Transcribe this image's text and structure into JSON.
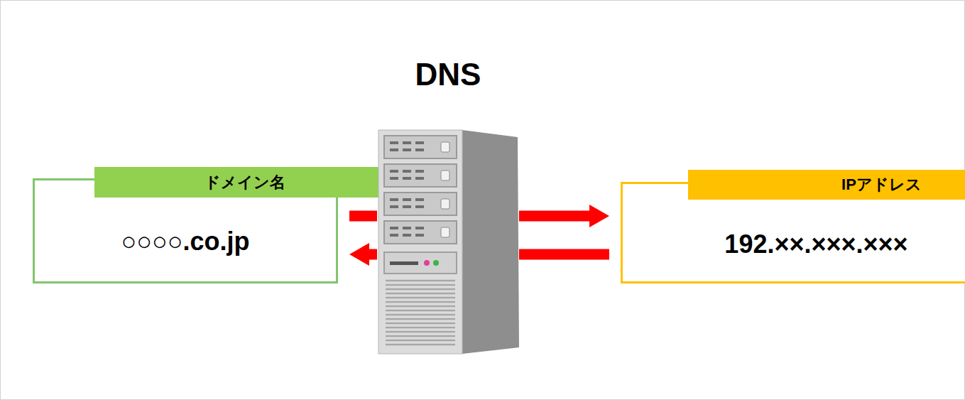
{
  "diagram": {
    "nodes": [
      {
        "text": [
          "ドメイン名",
          "○○○○.co.jp"
        ]
      },
      {
        "text": [
          "DNS"
        ]
      },
      {
        "text": [
          "IPアドレス",
          "192.××.×××.×××"
        ]
      }
    ],
    "edges": [
      {
        "from": 0,
        "to": 1,
        "arrow": "none"
      },
      {
        "from": 1,
        "to": 2,
        "arrow": "to"
      },
      {
        "from": 2,
        "to": 1,
        "arrow": "none"
      },
      {
        "from": 1,
        "to": 0,
        "arrow": "to"
      }
    ]
  }
}
